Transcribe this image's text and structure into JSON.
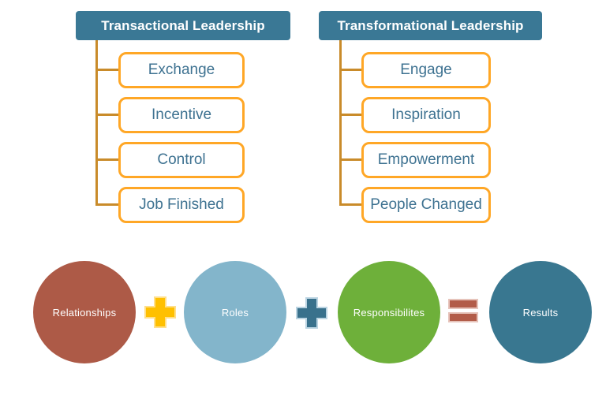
{
  "trees": [
    {
      "title": "Transactional Leadership",
      "items": [
        {
          "label": "Exchange"
        },
        {
          "label": "Incentive"
        },
        {
          "label": "Control"
        },
        {
          "label": "Job Finished"
        }
      ]
    },
    {
      "title": "Transformational Leadership",
      "items": [
        {
          "label": "Engage"
        },
        {
          "label": "Inspiration"
        },
        {
          "label": "Empowerment"
        },
        {
          "label": "People Changed"
        }
      ]
    }
  ],
  "equation": {
    "circles": [
      {
        "label": "Relationships",
        "color": "#AD5A47"
      },
      {
        "label": "Roles",
        "color": "#83B5CB"
      },
      {
        "label": "Responsibilites",
        "color": "#6EB03A"
      },
      {
        "label": "Results",
        "color": "#397790"
      }
    ],
    "operators": [
      {
        "type": "plus",
        "color": "#FFC000"
      },
      {
        "type": "plus",
        "color": "#39718C"
      },
      {
        "type": "equals",
        "color": "#B25C49"
      }
    ]
  },
  "colors": {
    "header_bg": "#3A7895",
    "header_text": "#FFFFFF",
    "box_border": "#FFA726",
    "box_text": "#3E7291",
    "connector": "#C98B2A",
    "background": "#FFFFFF"
  }
}
